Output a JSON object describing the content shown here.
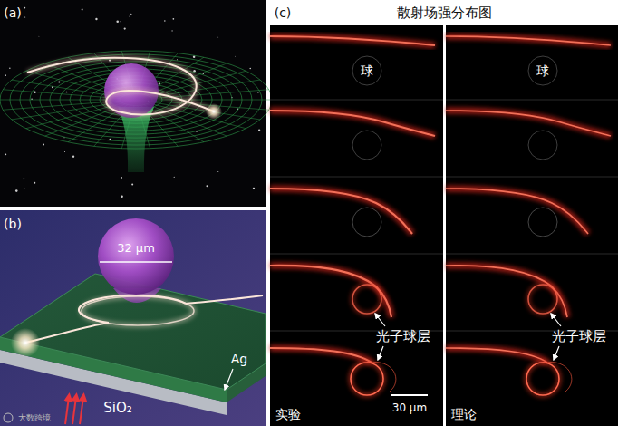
{
  "diagram": {
    "title": "散射场强分布图",
    "labels": [
      "(a)",
      "(b)",
      "32 μm",
      "SiO₂",
      "Ag",
      "(c)",
      "球",
      "球",
      "光子球层",
      "光子球层",
      "实验",
      "30 μm",
      "理论",
      "大数跨境"
    ]
  }
}
